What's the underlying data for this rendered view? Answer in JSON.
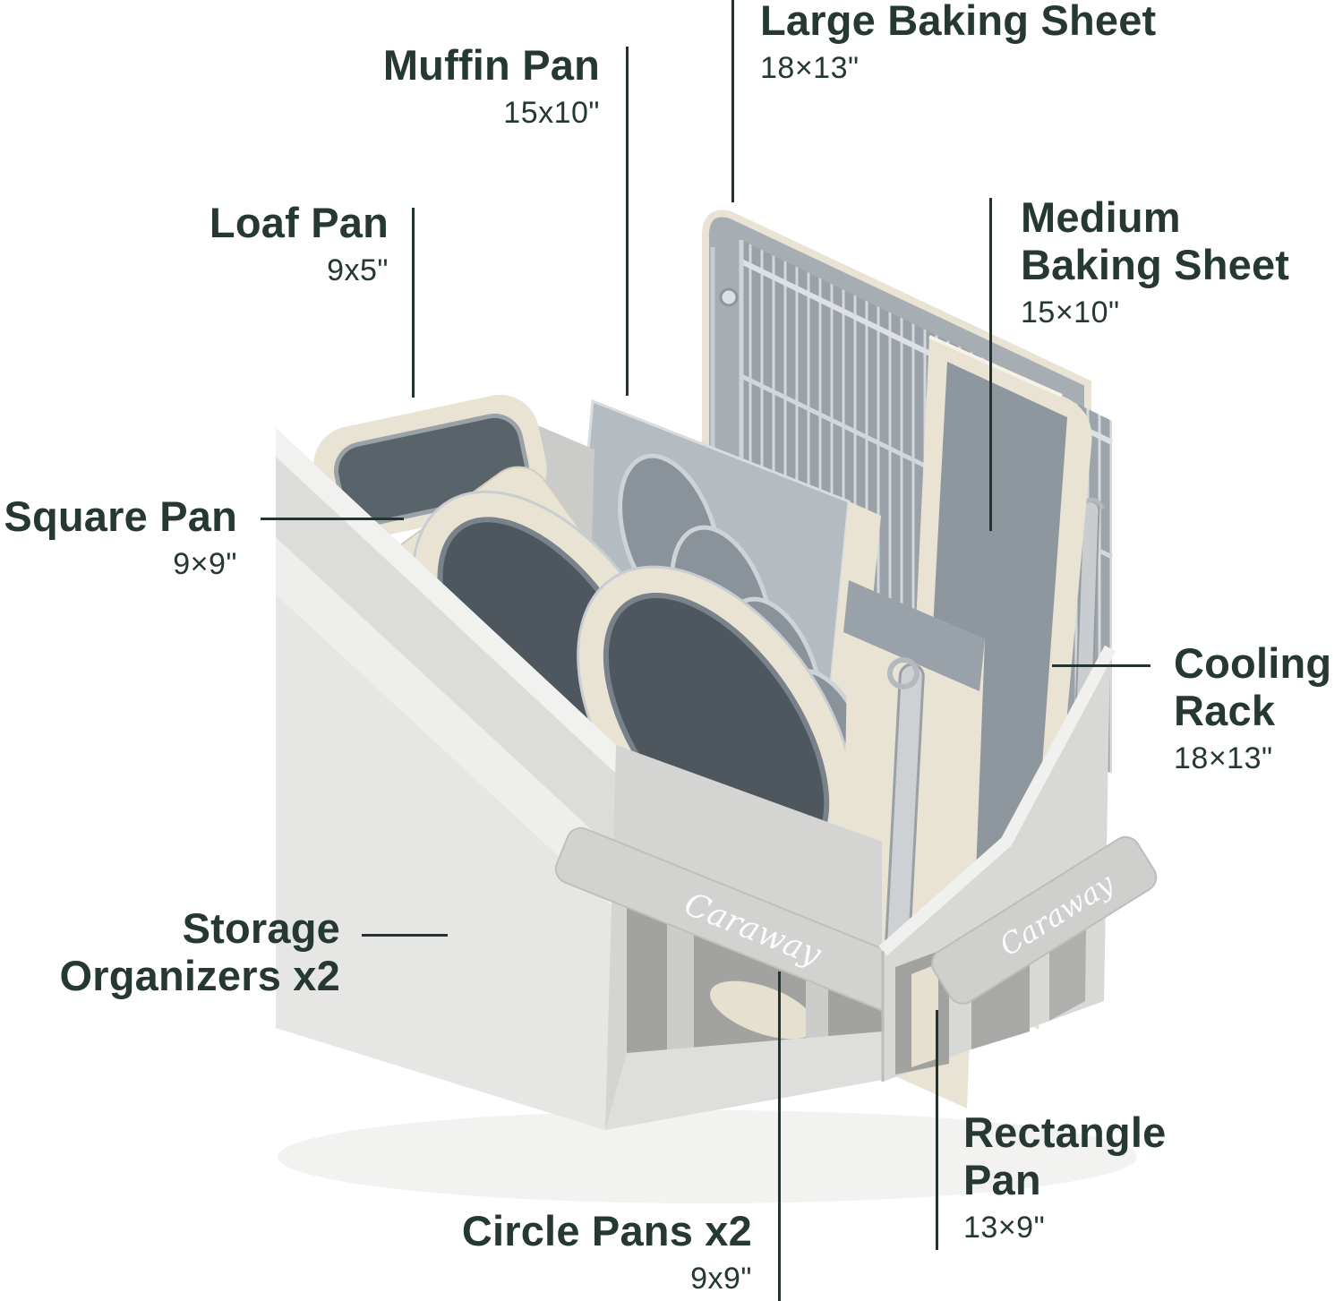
{
  "page": {
    "background": "#ffffff",
    "description_of_scene": "Two gray fabric storage organizers holding cream and gray bakeware upright with dividers"
  },
  "brand": {
    "logo_text": "Caraway"
  },
  "colors": {
    "label_text": "#263832",
    "leader_line": "#223330",
    "bin_fabric_light": "#ececea",
    "bin_fabric_mid": "#d9d9d7",
    "cream_bakeware": "#e9e3d4",
    "pan_interior_gray": "#4e575d",
    "panel_gray": "#b4bbc1",
    "wire_silver": "#d5d9dc"
  },
  "labels": {
    "muffin_pan": {
      "title": "Muffin Pan",
      "dimension": "15x10\""
    },
    "large_baking_sheet": {
      "title": "Large Baking Sheet",
      "dimension": "18×13\""
    },
    "loaf_pan": {
      "title": "Loaf Pan",
      "dimension": "9x5\""
    },
    "medium_baking_sheet": {
      "title": "Medium Baking Sheet",
      "dimension": "15×10\""
    },
    "square_pan": {
      "title": "Square Pan",
      "dimension": "9×9\""
    },
    "cooling_rack": {
      "title": "Cooling Rack",
      "dimension": "18×13\""
    },
    "storage_organizers": {
      "title": "Storage Organizers x2",
      "dimension": ""
    },
    "circle_pans": {
      "title": "Circle Pans x2",
      "dimension": "9x9\""
    },
    "rectangle_pan": {
      "title": "Rectangle Pan",
      "dimension": "13×9\""
    }
  }
}
